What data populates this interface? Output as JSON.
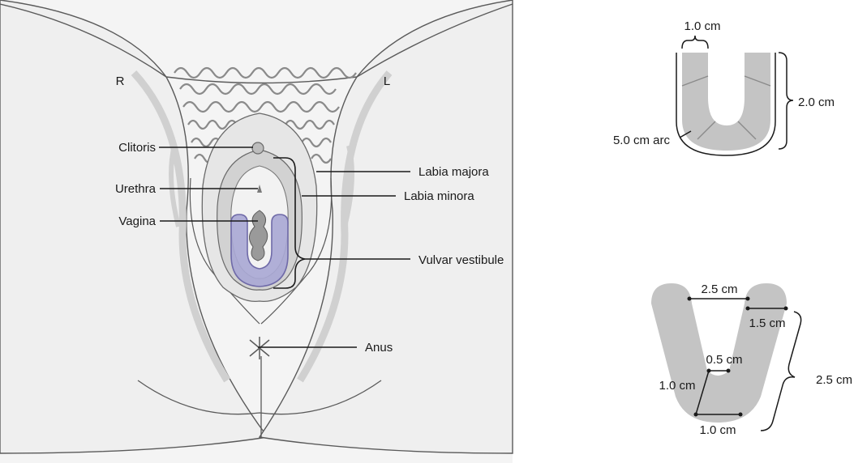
{
  "side_labels": {
    "right": "R",
    "left": "L"
  },
  "anatomy_labels": {
    "clitoris": "Clitoris",
    "urethra": "Urethra",
    "vagina": "Vagina",
    "labia_majora": "Labia majora",
    "labia_minora": "Labia minora",
    "vulvar_vestibule": "Vulvar vestibule",
    "anus": "Anus"
  },
  "top_dimensions": {
    "width": "1.0 cm",
    "height": "2.0 cm",
    "arc": "5.0 cm arc"
  },
  "bottom_dimensions": {
    "gap": "2.5 cm",
    "arm_width": "1.5 cm",
    "height": "2.5 cm",
    "inner_base": "0.5 cm",
    "diagonal": "1.0 cm",
    "base": "1.0 cm"
  },
  "colors": {
    "skin": "#f1f1f1",
    "skin_outline": "#5a5a5a",
    "fold_gray": "#d4d4d4",
    "implant_purple": "#a9a7d4",
    "implant_outline": "#6f6aa8",
    "model_gray": "#c4c4c4",
    "line": "#1a1a1a"
  }
}
